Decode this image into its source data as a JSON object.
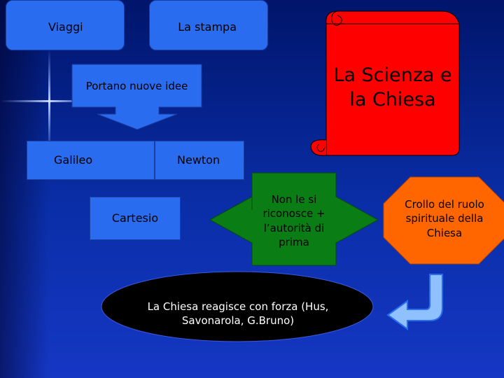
{
  "nodes": {
    "viaggi": "Viaggi",
    "la_stampa": "La stampa",
    "portano_nuove_idee": "Portano nuove idee",
    "galileo": "Galileo",
    "newton": "Newton",
    "cartesio": "Cartesio",
    "scienza_chiesa": "La Scienza e la Chiesa",
    "non_riconosce": "Non le si riconosce + l’autorità di prima",
    "crollo": "Crollo del ruolo spirituale della Chiesa",
    "chiesa_reagisce": "La Chiesa reagisce con forza (Hus, Savonarola, G.Bruno)"
  },
  "colors": {
    "box_blue": "#2a6cf0",
    "scroll_red": "#ff0000",
    "arrow_green": "#0a7d14",
    "octagon_orange": "#ff6600",
    "ellipse_black": "#000000"
  }
}
